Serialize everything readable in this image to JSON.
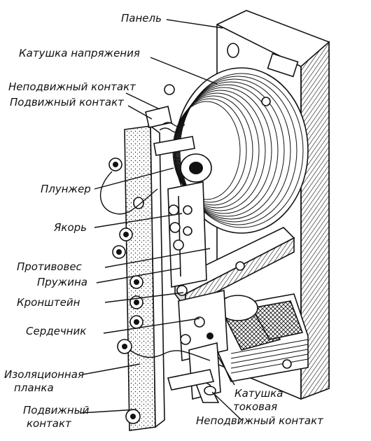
{
  "labels": {
    "panel": "Панель",
    "voltage_coil": "Катушка напряжения",
    "fixed_contact_top": "Неподвижный контакт",
    "moving_contact_top": "Подвижный контакт",
    "plunger": "Плунжер",
    "armature": "Якорь",
    "counterweight": "Противовес",
    "spring": "Пружина",
    "bracket": "Кронштейн",
    "core": "Сердечник",
    "insulating_strip_line1": "Изоляционная",
    "insulating_strip_line2": "планка",
    "moving_contact_bottom_line1": "Подвижный",
    "moving_contact_bottom_line2": "контакт",
    "current_coil_line1": "Катушка",
    "current_coil_line2": "токовая",
    "fixed_contact_bottom": "Неподвижный контакт"
  }
}
